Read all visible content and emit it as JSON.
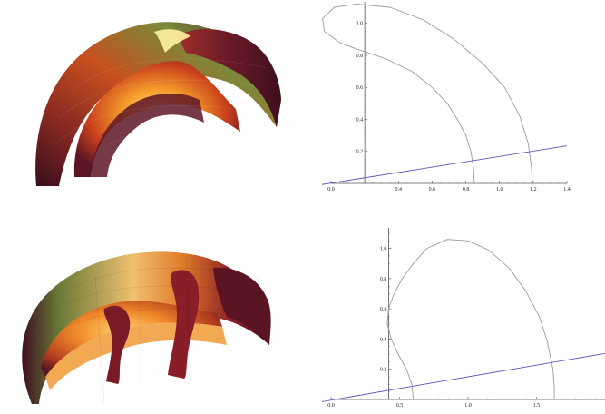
{
  "colors": {
    "axis": "#555555",
    "curve": "#9a9aa6",
    "line": "#5a5ab8",
    "surface_dark": "#4a1222",
    "surface_mid": "#b8321e",
    "surface_bright": "#f3a12c",
    "surface_highlight": "#fff2a0",
    "surface_green": "#6b7d3a"
  },
  "chart_data": [
    {
      "type": "line",
      "title": "",
      "xlabel": "",
      "ylabel": "",
      "xlim": [
        0,
        1.4
      ],
      "ylim": [
        0,
        1.1
      ],
      "x_ticks": [
        "0.0",
        "0.4",
        "0.6",
        "0.8",
        "1.0",
        "1.2",
        "1.4"
      ],
      "y_ticks": [
        "0.2",
        "0.4",
        "0.6",
        "0.8",
        "1.0"
      ],
      "series": [
        {
          "kind": "curve",
          "points": [
            [
              0.85,
              0
            ],
            [
              0.845,
              0.1
            ],
            [
              0.83,
              0.2
            ],
            [
              0.8,
              0.3
            ],
            [
              0.75,
              0.4
            ],
            [
              0.69,
              0.5
            ],
            [
              0.6,
              0.6
            ],
            [
              0.48,
              0.7
            ],
            [
              0.32,
              0.78
            ],
            [
              0.15,
              0.84
            ],
            [
              0.05,
              0.88
            ],
            [
              -0.04,
              0.95
            ],
            [
              -0.05,
              1.03
            ],
            [
              0.02,
              1.1
            ],
            [
              0.15,
              1.12
            ],
            [
              0.35,
              1.1
            ],
            [
              0.55,
              1.02
            ],
            [
              0.73,
              0.9
            ],
            [
              0.9,
              0.75
            ],
            [
              1.03,
              0.6
            ],
            [
              1.12,
              0.42
            ],
            [
              1.17,
              0.25
            ],
            [
              1.19,
              0.1
            ],
            [
              1.195,
              0
            ]
          ]
        },
        {
          "kind": "line",
          "points": [
            [
              -0.1,
              -0.015
            ],
            [
              1.4,
              0.235
            ]
          ]
        }
      ]
    },
    {
      "type": "line",
      "title": "",
      "xlabel": "",
      "ylabel": "",
      "xlim": [
        0,
        2.0
      ],
      "ylim": [
        0,
        1.1
      ],
      "x_ticks": [
        "0.0",
        "0.5",
        "1.0",
        "1.5"
      ],
      "y_ticks": [
        "0.2",
        "0.4",
        "0.6",
        "0.8",
        "1.0"
      ],
      "series": [
        {
          "kind": "curve",
          "points": [
            [
              0.6,
              0
            ],
            [
              0.59,
              0.1
            ],
            [
              0.55,
              0.2
            ],
            [
              0.49,
              0.3
            ],
            [
              0.44,
              0.4
            ],
            [
              0.41,
              0.5
            ],
            [
              0.42,
              0.6
            ],
            [
              0.46,
              0.7
            ],
            [
              0.52,
              0.8
            ],
            [
              0.6,
              0.9
            ],
            [
              0.7,
              1.0
            ],
            [
              0.85,
              1.06
            ],
            [
              1.0,
              1.05
            ],
            [
              1.15,
              0.99
            ],
            [
              1.3,
              0.87
            ],
            [
              1.42,
              0.72
            ],
            [
              1.52,
              0.55
            ],
            [
              1.58,
              0.38
            ],
            [
              1.62,
              0.2
            ],
            [
              1.63,
              0.08
            ],
            [
              1.63,
              0
            ]
          ]
        },
        {
          "kind": "line",
          "points": [
            [
              -0.1,
              -0.02
            ],
            [
              2.0,
              0.305
            ]
          ]
        }
      ]
    }
  ]
}
